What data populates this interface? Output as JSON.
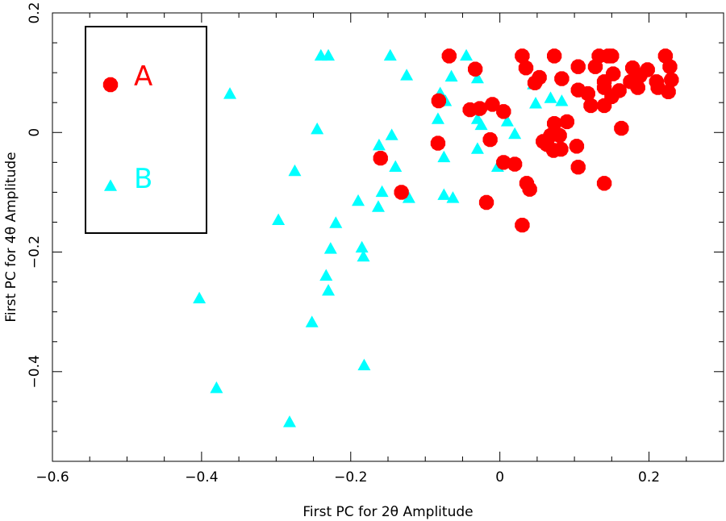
{
  "chart_data": {
    "type": "scatter",
    "title": "",
    "xlabel": "First PC for 2θ Amplitude",
    "ylabel": "First PC for 4θ Amplitude",
    "xlim": [
      -0.6,
      0.3
    ],
    "ylim": [
      -0.55,
      0.2
    ],
    "grid": false,
    "legend_position": "upper-left (boxed)",
    "x_ticks": [
      -0.6,
      -0.4,
      -0.2,
      0,
      0.2
    ],
    "x_tick_labels": [
      "−0.6",
      "−0.4",
      "−0.2",
      "0",
      "0.2"
    ],
    "y_ticks": [
      -0.4,
      -0.2,
      0,
      0.2
    ],
    "y_tick_labels": [
      "−0.4",
      "−0.2",
      "0",
      "0.2"
    ],
    "series": [
      {
        "name": "A",
        "marker": "circle",
        "color": "#ff0000",
        "points": [
          [
            -0.068,
            0.128
          ],
          [
            -0.033,
            0.106
          ],
          [
            -0.082,
            0.053
          ],
          [
            -0.04,
            0.038
          ],
          [
            -0.027,
            0.04
          ],
          [
            -0.01,
            0.047
          ],
          [
            0.005,
            0.035
          ],
          [
            -0.083,
            -0.018
          ],
          [
            -0.013,
            -0.012
          ],
          [
            0.005,
            -0.05
          ],
          [
            0.02,
            -0.053
          ],
          [
            0.036,
            -0.085
          ],
          [
            0.04,
            -0.095
          ],
          [
            -0.018,
            -0.117
          ],
          [
            0.03,
            -0.155
          ],
          [
            -0.16,
            -0.043
          ],
          [
            -0.132,
            -0.1
          ],
          [
            0.03,
            0.128
          ],
          [
            0.035,
            0.108
          ],
          [
            0.053,
            0.092
          ],
          [
            0.047,
            0.083
          ],
          [
            0.073,
            0.128
          ],
          [
            0.083,
            0.09
          ],
          [
            0.105,
            0.11
          ],
          [
            0.105,
            0.071
          ],
          [
            0.118,
            0.065
          ],
          [
            0.122,
            0.045
          ],
          [
            0.128,
            0.11
          ],
          [
            0.133,
            0.128
          ],
          [
            0.145,
            0.128
          ],
          [
            0.15,
            0.128
          ],
          [
            0.152,
            0.098
          ],
          [
            0.14,
            0.085
          ],
          [
            0.14,
            0.075
          ],
          [
            0.14,
            0.045
          ],
          [
            0.15,
            0.06
          ],
          [
            0.16,
            0.07
          ],
          [
            0.175,
            0.085
          ],
          [
            0.178,
            0.108
          ],
          [
            0.185,
            0.075
          ],
          [
            0.188,
            0.095
          ],
          [
            0.198,
            0.105
          ],
          [
            0.21,
            0.085
          ],
          [
            0.212,
            0.075
          ],
          [
            0.222,
            0.128
          ],
          [
            0.228,
            0.11
          ],
          [
            0.23,
            0.088
          ],
          [
            0.226,
            0.068
          ],
          [
            0.163,
            0.007
          ],
          [
            0.058,
            -0.015
          ],
          [
            0.063,
            -0.02
          ],
          [
            0.068,
            -0.005
          ],
          [
            0.072,
            -0.03
          ],
          [
            0.073,
            0.015
          ],
          [
            0.08,
            -0.005
          ],
          [
            0.082,
            -0.028
          ],
          [
            0.09,
            0.018
          ],
          [
            0.103,
            -0.023
          ],
          [
            0.105,
            -0.058
          ],
          [
            0.14,
            -0.085
          ]
        ]
      },
      {
        "name": "B",
        "marker": "triangle",
        "color": "#00ffff",
        "points": [
          [
            -0.24,
            0.128
          ],
          [
            -0.23,
            0.128
          ],
          [
            -0.147,
            0.128
          ],
          [
            -0.125,
            0.095
          ],
          [
            -0.045,
            0.128
          ],
          [
            -0.065,
            0.093
          ],
          [
            -0.03,
            0.09
          ],
          [
            -0.08,
            0.065
          ],
          [
            -0.073,
            0.052
          ],
          [
            -0.083,
            0.022
          ],
          [
            -0.03,
            0.022
          ],
          [
            -0.025,
            0.012
          ],
          [
            -0.362,
            0.064
          ],
          [
            -0.245,
            0.005
          ],
          [
            -0.145,
            -0.005
          ],
          [
            -0.162,
            -0.022
          ],
          [
            -0.275,
            -0.065
          ],
          [
            -0.14,
            -0.058
          ],
          [
            -0.075,
            -0.042
          ],
          [
            -0.03,
            -0.028
          ],
          [
            -0.003,
            -0.058
          ],
          [
            0.01,
            0.018
          ],
          [
            0.02,
            -0.003
          ],
          [
            0.045,
            0.08
          ],
          [
            0.048,
            0.048
          ],
          [
            0.068,
            0.057
          ],
          [
            0.083,
            0.052
          ],
          [
            -0.158,
            -0.1
          ],
          [
            -0.19,
            -0.115
          ],
          [
            -0.122,
            -0.11
          ],
          [
            -0.075,
            -0.105
          ],
          [
            -0.063,
            -0.11
          ],
          [
            -0.163,
            -0.125
          ],
          [
            -0.297,
            -0.147
          ],
          [
            -0.22,
            -0.152
          ],
          [
            -0.185,
            -0.193
          ],
          [
            -0.183,
            -0.208
          ],
          [
            -0.227,
            -0.195
          ],
          [
            -0.233,
            -0.24
          ],
          [
            -0.23,
            -0.265
          ],
          [
            -0.403,
            -0.278
          ],
          [
            -0.252,
            -0.318
          ],
          [
            -0.182,
            -0.39
          ],
          [
            -0.38,
            -0.428
          ],
          [
            -0.282,
            -0.485
          ]
        ]
      }
    ],
    "legend": [
      {
        "label": "A",
        "marker": "circle",
        "color": "#ff0000"
      },
      {
        "label": "B",
        "marker": "triangle",
        "color": "#00ffff"
      }
    ]
  }
}
